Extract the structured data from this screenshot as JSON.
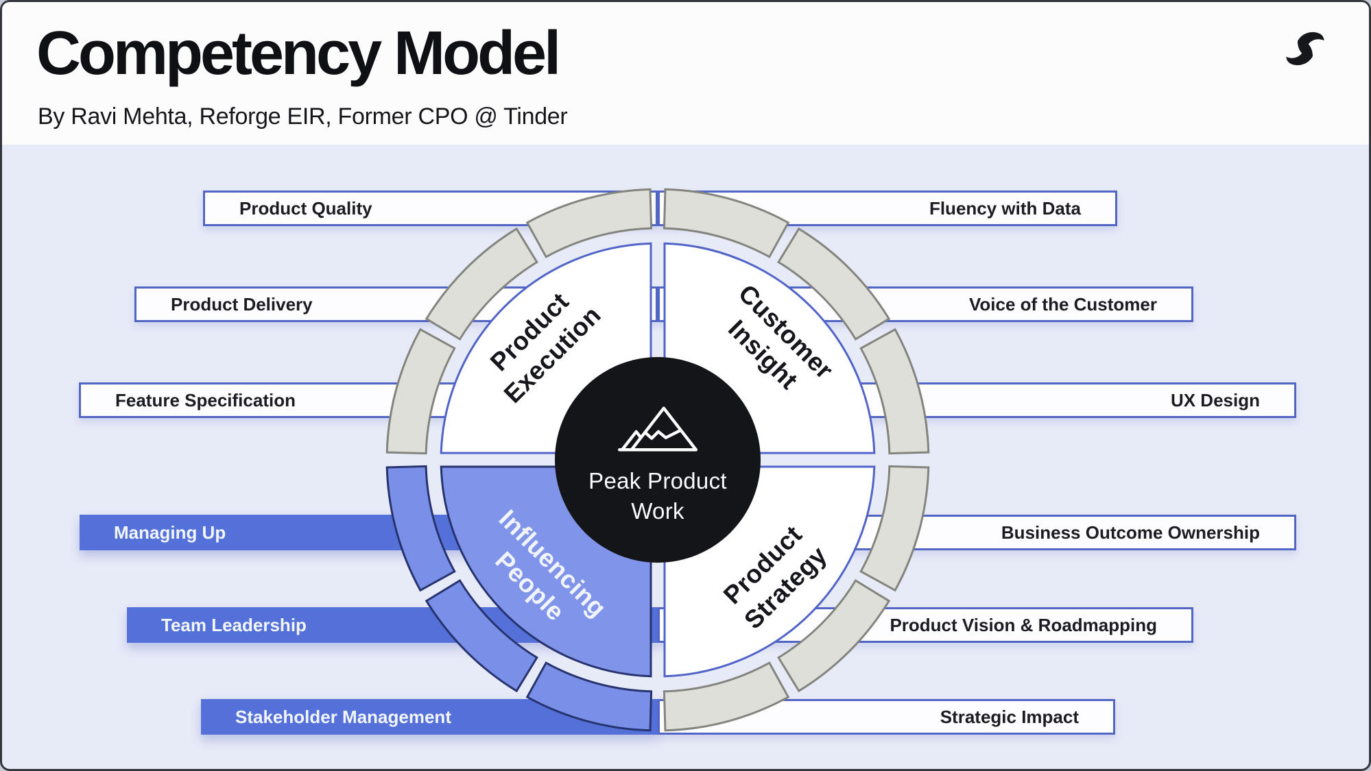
{
  "header": {
    "title": "Competency Model",
    "subtitle": "By Ravi Mehta, Reforge EIR, Former CPO @ Tinder",
    "logo_icon": "reforge-logo"
  },
  "wheel": {
    "center_label": "Peak Product Work",
    "center_icon": "mountain-icon",
    "quadrants": [
      {
        "id": "product-execution",
        "label": "Product\nExecution",
        "highlighted": false
      },
      {
        "id": "customer-insight",
        "label": "Customer\nInsight",
        "highlighted": false
      },
      {
        "id": "influencing-people",
        "label": "Influencing\nPeople",
        "highlighted": true
      },
      {
        "id": "product-strategy",
        "label": "Product\nStrategy",
        "highlighted": false
      }
    ]
  },
  "competencies": {
    "left": [
      {
        "label": "Product Quality",
        "highlighted": false
      },
      {
        "label": "Product Delivery",
        "highlighted": false
      },
      {
        "label": "Feature Specification",
        "highlighted": false
      },
      {
        "label": "Managing Up",
        "highlighted": true
      },
      {
        "label": "Team Leadership",
        "highlighted": true
      },
      {
        "label": "Stakeholder Management",
        "highlighted": true
      }
    ],
    "right": [
      {
        "label": "Fluency with Data",
        "highlighted": false
      },
      {
        "label": "Voice of the Customer",
        "highlighted": false
      },
      {
        "label": "UX Design",
        "highlighted": false
      },
      {
        "label": "Business Outcome Ownership",
        "highlighted": false
      },
      {
        "label": "Product Vision & Roadmapping",
        "highlighted": false
      },
      {
        "label": "Strategic Impact",
        "highlighted": false
      }
    ]
  },
  "colors": {
    "background": "#e7eaf7",
    "header_background": "#fcfcfd",
    "accent_blue": "#5470d9",
    "bar_border": "#5166c4",
    "highlight_fill": "#8094e9",
    "highlight_segment_fill": "#7a8fe7",
    "highlight_stroke": "#27336f",
    "segment_fill": "#dfdfda",
    "segment_stroke": "#83847d",
    "disc_stroke": "#5063c8",
    "center_background": "#141519"
  }
}
